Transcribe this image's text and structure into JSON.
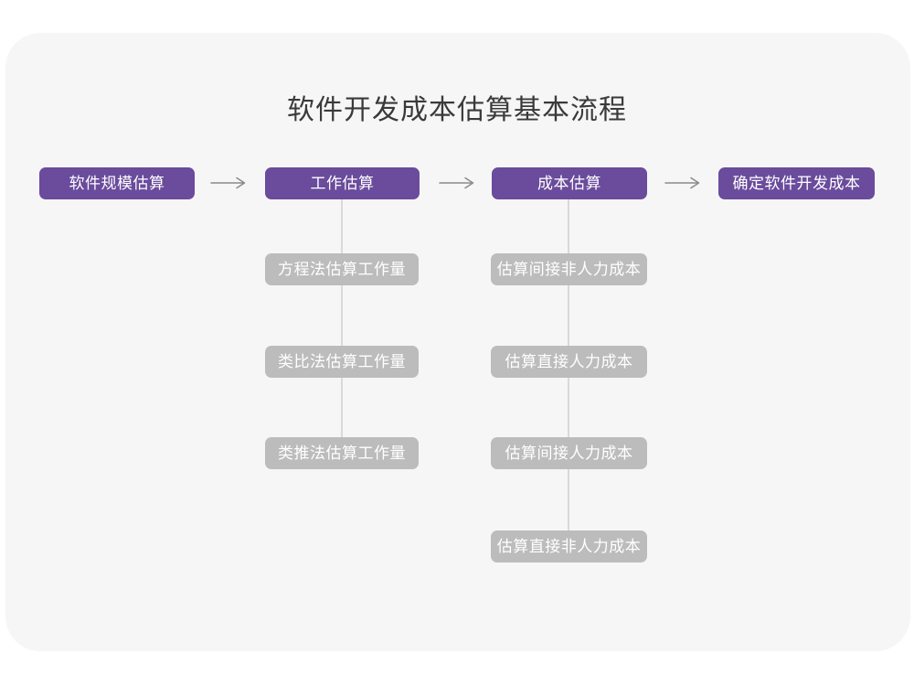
{
  "title": "软件开发成本估算基本流程",
  "flow": {
    "main_nodes": [
      {
        "label": "软件规模估算"
      },
      {
        "label": "工作估算"
      },
      {
        "label": "成本估算"
      },
      {
        "label": "确定软件开发成本"
      }
    ],
    "work_estimation_branch": [
      {
        "label": "方程法估算工作量"
      },
      {
        "label": "类比法估算工作量"
      },
      {
        "label": "类推法估算工作量"
      }
    ],
    "cost_estimation_branch": [
      {
        "label": "估算间接非人力成本"
      },
      {
        "label": "估算直接人力成本"
      },
      {
        "label": "估算间接人力成本"
      },
      {
        "label": "估算直接非人力成本"
      }
    ]
  },
  "colors": {
    "primary_node": "#6a4b9c",
    "sub_node": "#bcbcbc",
    "arrow": "#8a8a8a",
    "connector": "#d9d9d9",
    "card_bg": "#f6f6f7",
    "title_text": "#3a3a3a",
    "node_text": "#ffffff",
    "page_bg": "#ffffff"
  }
}
